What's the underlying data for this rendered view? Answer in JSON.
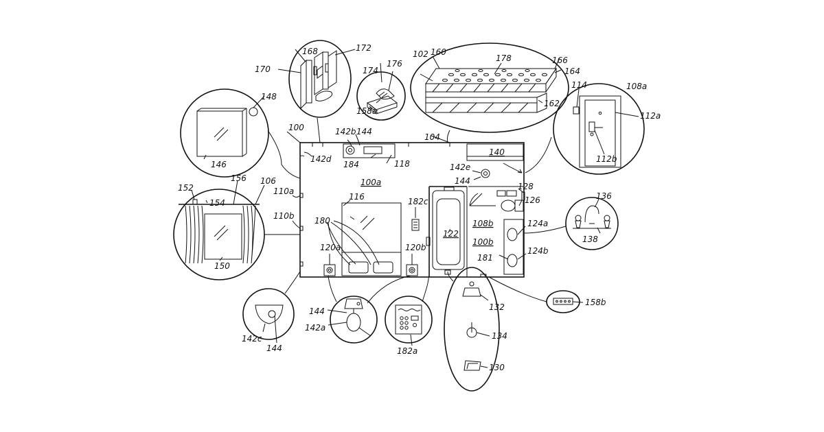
{
  "figure": {
    "labels": {
      "l100": "100",
      "l100a": "100a",
      "l100b": "100b",
      "l102": "102",
      "l104": "104",
      "l106": "106",
      "l108a": "108a",
      "l108b": "108b",
      "l110a": "110a",
      "l110b": "110b",
      "l112a": "112a",
      "l112b": "112b",
      "l114": "114",
      "l116": "116",
      "l118": "118",
      "l120a": "120a",
      "l120b": "120b",
      "l122": "122",
      "l124a": "124a",
      "l124b": "124b",
      "l126": "126",
      "l128": "128",
      "l130": "130",
      "l132": "132",
      "l134": "134",
      "l136": "136",
      "l138": "138",
      "l140": "140",
      "l142a": "142a",
      "l142b": "142b",
      "l142c": "142c",
      "l142d": "142d",
      "l142e": "142e",
      "l144a": "144",
      "l144b": "144",
      "l144c": "144",
      "l144d": "144",
      "l146": "146",
      "l148": "148",
      "l150": "150",
      "l152": "152",
      "l154": "154",
      "l156": "156",
      "l158a": "158a",
      "l158b": "158b",
      "l160": "160",
      "l162": "162",
      "l164": "164",
      "l166": "166",
      "l168": "168",
      "l170": "170",
      "l172": "172",
      "l174": "174",
      "l176": "176",
      "l178": "178",
      "l180": "180",
      "l181": "181",
      "l182a": "182a",
      "l182c": "182c",
      "l184": "184"
    }
  }
}
